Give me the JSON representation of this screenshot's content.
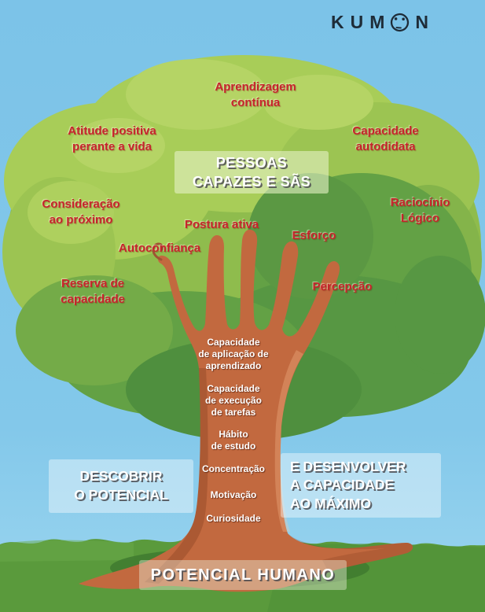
{
  "logo": {
    "text_left": "KUM",
    "text_right": "N"
  },
  "crown": {
    "title": "PESSOAS\nCAPAZES E SÃS",
    "labels": {
      "aprendizagem": "Aprendizagem\ncontínua",
      "atitude": "Atitude positiva\nperante a vida",
      "autodidata": "Capacidade\nautodidata",
      "consideracao": "Consideração\nao próximo",
      "raciocinio": "Raciocínio\nLógico",
      "postura": "Postura ativa",
      "esforco": "Esforço",
      "autoconfianca": "Autoconfiança",
      "reserva": "Reserva de\ncapacidade",
      "percepcao": "Percepção"
    }
  },
  "trunk": {
    "labels": {
      "aplicacao": "Capacidade\nde aplicação de\naprendizado",
      "execucao": "Capacidade\nde execução\nde tarefas",
      "habito": "Hábito\nde estudo",
      "concentracao": "Concentração",
      "motivacao": "Motivação",
      "curiosidade": "Curiosidade"
    }
  },
  "banners": {
    "descobrir": "DESCOBRIR\nO POTENCIAL",
    "desenvolver": "E DESENVOLVER\nA CAPACIDADE\nAO MÁXIMO",
    "potencial": "POTENCIAL HUMANO"
  },
  "colors": {
    "sky": "#7ec5e9",
    "crown_light": "#a8cd58",
    "crown_mid": "#8fbc4d",
    "crown_dark": "#5f9c42",
    "trunk": "#c2693f",
    "grass": "#5a9a3c",
    "label_red": "#c7242b",
    "logo_navy": "#1e2c38"
  }
}
